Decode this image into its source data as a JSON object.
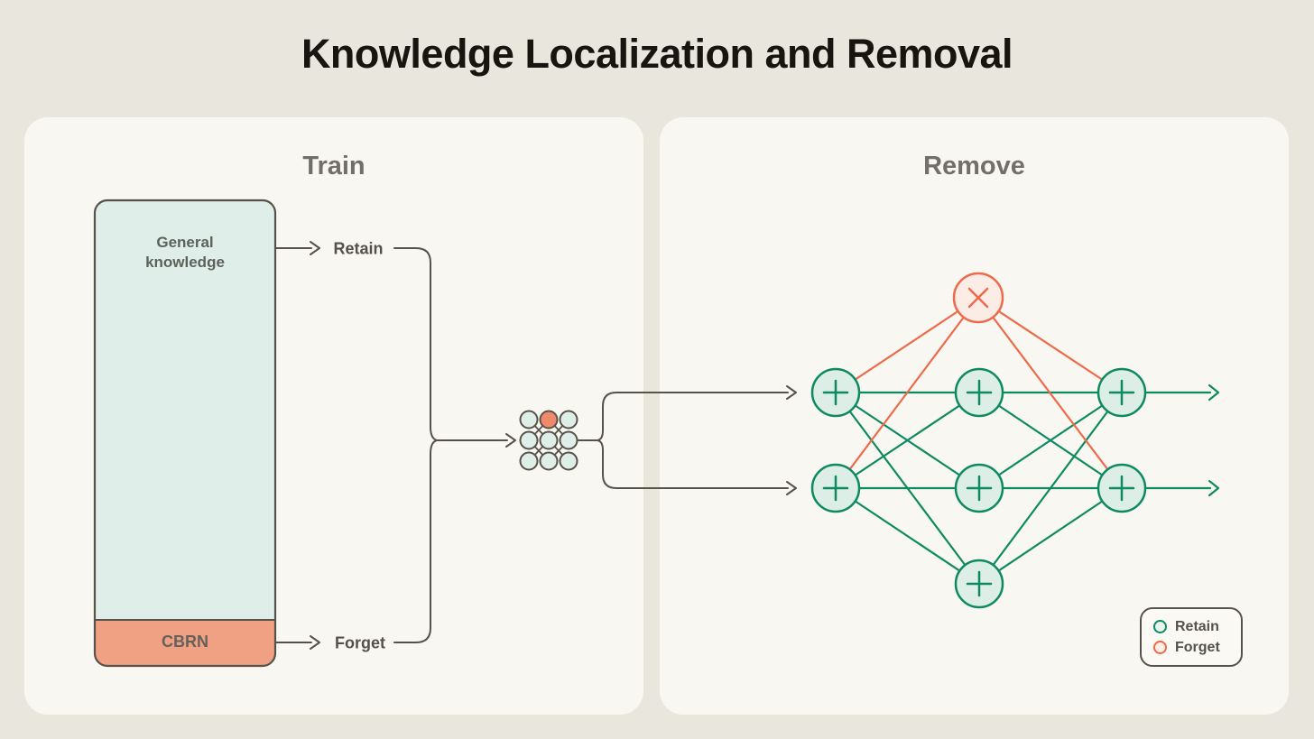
{
  "title": "Knowledge Localization and Removal",
  "panels": {
    "train": {
      "label": "Train",
      "dataset_box": {
        "general_label": "General knowledge",
        "cbrn_label": "CBRN"
      },
      "retain_label": "Retain",
      "forget_label": "Forget"
    },
    "remove": {
      "label": "Remove",
      "legend": {
        "retain_label": "Retain",
        "forget_label": "Forget"
      }
    }
  },
  "colors": {
    "page_background": "#e9e6dd",
    "panel_background": "#f8f7f1",
    "general_knowledge_fill": "#dfeee9",
    "cbrn_fill": "#f0a083",
    "retain_green": "#0e8a63",
    "forget_orange": "#ed6a4a",
    "line_gray": "#57534a"
  }
}
